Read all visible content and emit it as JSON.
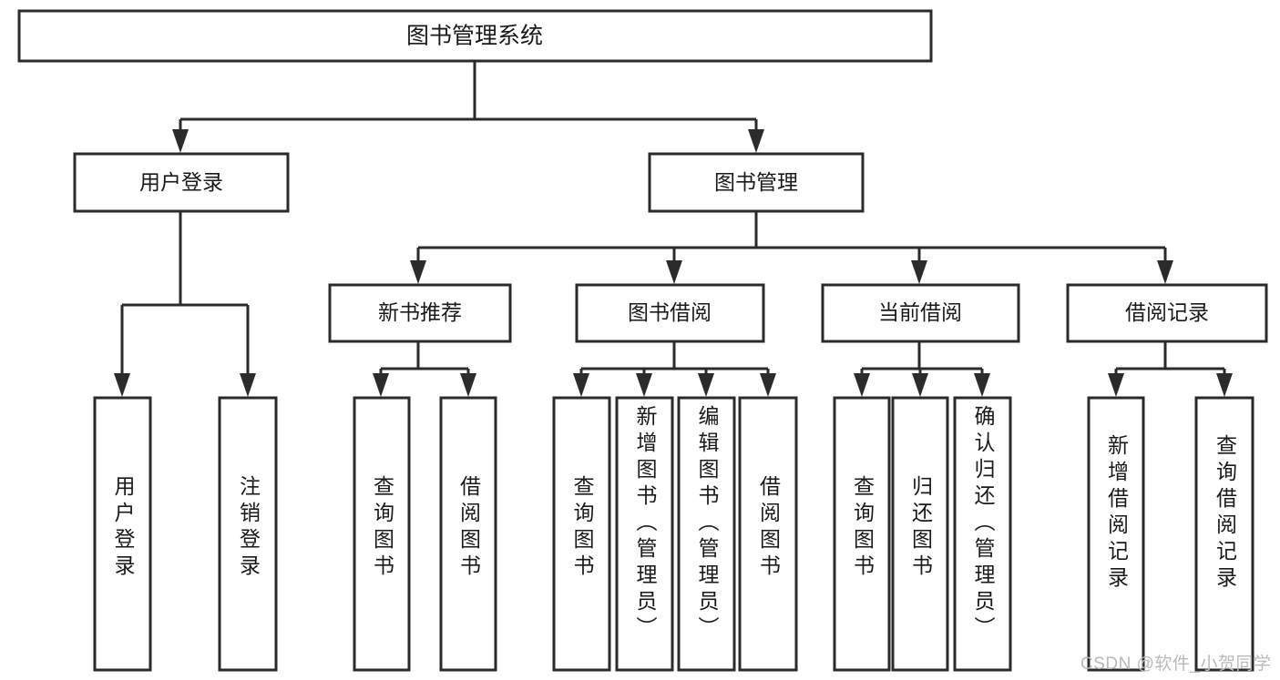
{
  "diagram": {
    "type": "tree-hierarchy",
    "title": "图书管理系统",
    "watermark": "CSDN @软件_小贺同学",
    "colors": {
      "stroke": "#2b2b2b",
      "fill": "#ffffff",
      "text": "#1a1a1a",
      "watermark": "#b9b9b9"
    },
    "root": {
      "label": "图书管理系统"
    },
    "level2": [
      {
        "label": "用户登录"
      },
      {
        "label": "图书管理"
      }
    ],
    "level3": [
      {
        "label": "新书推荐"
      },
      {
        "label": "图书借阅"
      },
      {
        "label": "当前借阅"
      },
      {
        "label": "借阅记录"
      }
    ],
    "leaves": {
      "user_login": [
        {
          "label": "用户登录"
        },
        {
          "label": "注销登录"
        }
      ],
      "new_book_recommend": [
        {
          "label": "查询图书"
        },
        {
          "label": "借阅图书"
        }
      ],
      "book_borrow": [
        {
          "label": "查询图书"
        },
        {
          "label": "新增图书（管理员）"
        },
        {
          "label": "编辑图书（管理员）"
        },
        {
          "label": "借阅图书"
        }
      ],
      "current_borrow": [
        {
          "label": "查询图书"
        },
        {
          "label": "归还图书"
        },
        {
          "label": "确认归还（管理员）"
        }
      ],
      "borrow_record": [
        {
          "label": "新增借阅记录"
        },
        {
          "label": "查询借阅记录"
        }
      ]
    }
  }
}
